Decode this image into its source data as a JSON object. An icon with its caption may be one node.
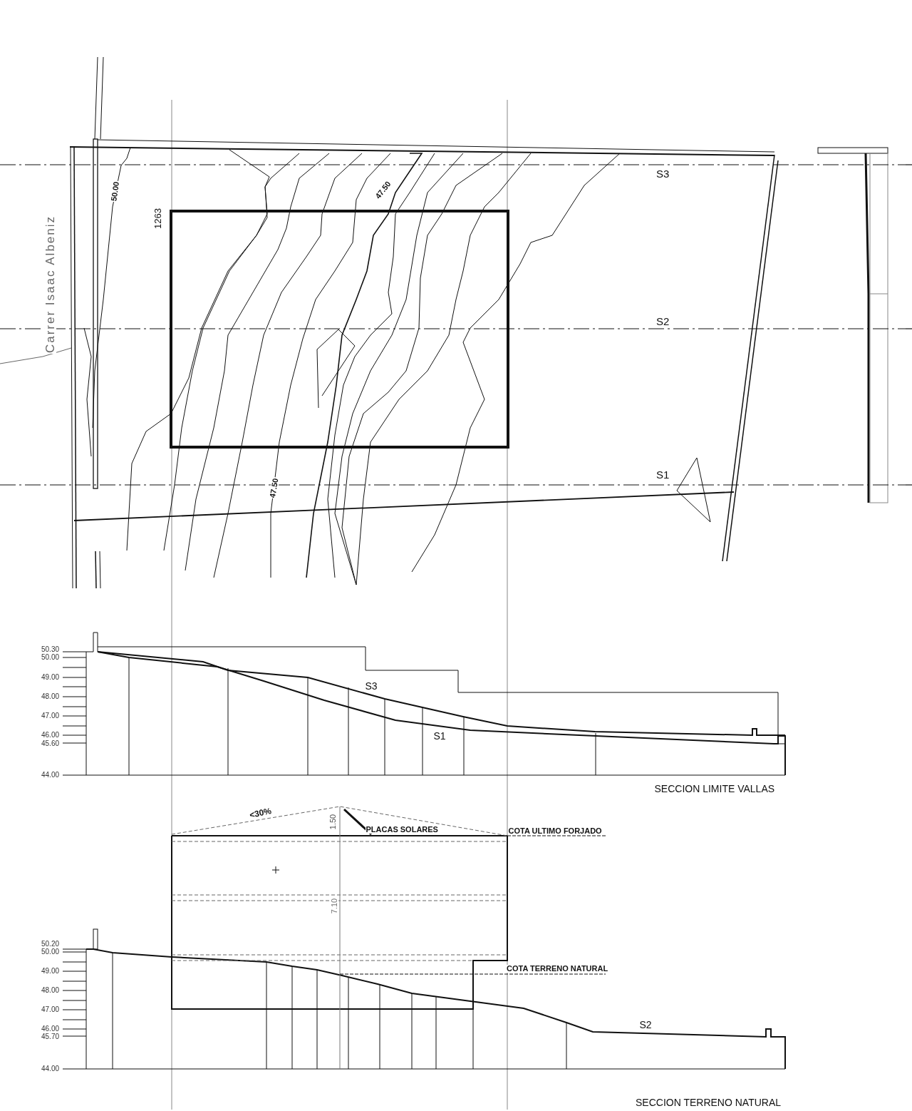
{
  "diagram": {
    "labels": [
      "S3",
      "50.00",
      "47.50",
      "1263",
      "Carrer Isaac Albeniz",
      "S2",
      "S1",
      "47.50",
      "50.30",
      "50.00",
      "49.00",
      "48.00",
      "47.00",
      "46.00",
      "45.60",
      "44.00",
      "S3",
      "S1",
      "SECCION LIMITE VALLAS",
      "<30%",
      "1.50",
      "PLACAS SOLARES",
      "COTA ULTIMO FORJADO",
      "7.10",
      "50.20",
      "50.00",
      "49.00",
      "48.00",
      "47.00",
      "46.00",
      "45.70",
      "44.00",
      "COTA TERRENO NATURAL",
      "S2",
      "SECCION TERRENO NATURAL"
    ]
  }
}
